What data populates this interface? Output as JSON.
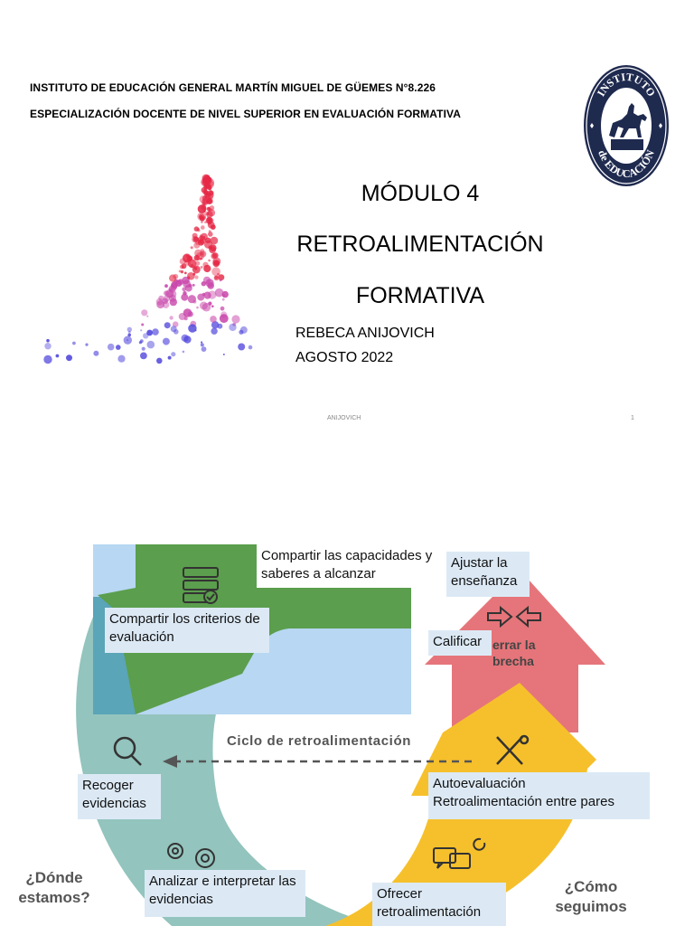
{
  "slide1": {
    "institute_line1": "INSTITUTO DE EDUCACIÓN GENERAL MARTÍN MIGUEL DE GÜEMES N°8.226",
    "institute_line2": "ESPECIALIZACIÓN DOCENTE DE NIVEL SUPERIOR EN EVALUACIÓN FORMATIVA",
    "logo_top_text": "INSTITUTO",
    "logo_bottom_text": "de EDUCACIÓN",
    "title_line1": "MÓDULO 4",
    "title_line2": "RETROALIMENTACIÓN",
    "title_line3": "FORMATIVA",
    "author": "REBECA ANIJOVICH",
    "date": "AGOSTO 2022",
    "footer_name": "ANIJOVICH",
    "page_number": "1"
  },
  "slide2": {
    "compartir_capacidades": "Compartir las capacidades y saberes a alcanzar",
    "ajustar_ensenanza": "Ajustar la enseñanza",
    "compartir_criterios": "Compartir los criterios de evaluación",
    "calificar": "Calificar",
    "cerrar_brecha": "errar la brecha",
    "ciclo_retro": "Ciclo de retroalimentación",
    "recoger_evidencias": "Recoger evidencias",
    "autoevaluacion": "Autoevaluación",
    "retro_pares": "Retroalimentación entre pares",
    "analizar_evidencias": "Analizar e interpretar las evidencias",
    "ofrecer_retro": "Ofrecer retroalimentación",
    "donde_estamos": "¿Dónde estamos?",
    "como_seguimos": "¿Cómo seguimos"
  },
  "colors": {
    "green": "#5b9e4d",
    "light_blue": "#b7d7f2",
    "teal": "#93c4bd",
    "red": "#e5757a",
    "yellow": "#f6c02c",
    "label_bg": "#dce9f5"
  }
}
